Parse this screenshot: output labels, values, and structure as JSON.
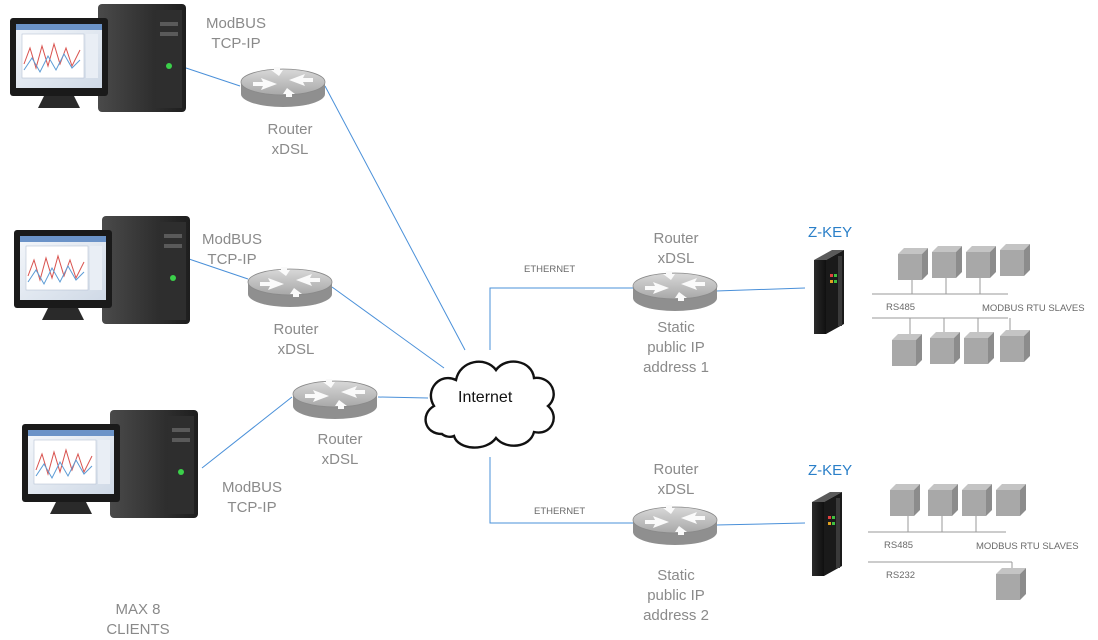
{
  "clients": [
    {
      "protocol": "ModBUS\nTCP-IP",
      "router": "Router\nxDSL"
    },
    {
      "protocol": "ModBUS\nTCP-IP",
      "router": "Router\nxDSL"
    },
    {
      "protocol": "ModBUS\nTCP-IP",
      "router": "Router\nxDSL"
    }
  ],
  "max_clients": "MAX 8\nCLIENTS",
  "internet": "Internet",
  "sites": [
    {
      "router": "Router\nxDSL",
      "ethernet": "ETHERNET",
      "ip": "Static\npublic IP\naddress 1",
      "zkey": "Z-KEY",
      "rs485": "RS485",
      "slaves": "MODBUS RTU SLAVES"
    },
    {
      "router": "Router\nxDSL",
      "ethernet": "ETHERNET",
      "ip": "Static\npublic IP\naddress 2",
      "zkey": "Z-KEY",
      "rs485": "RS485",
      "slaves": "MODBUS RTU SLAVES",
      "rs232": "RS232"
    }
  ],
  "colors": {
    "link": "#4a90d9",
    "device_gray": "#9a9a9a",
    "label_gray": "#8a8a8a",
    "zkey_blue": "#2a7fc8"
  }
}
